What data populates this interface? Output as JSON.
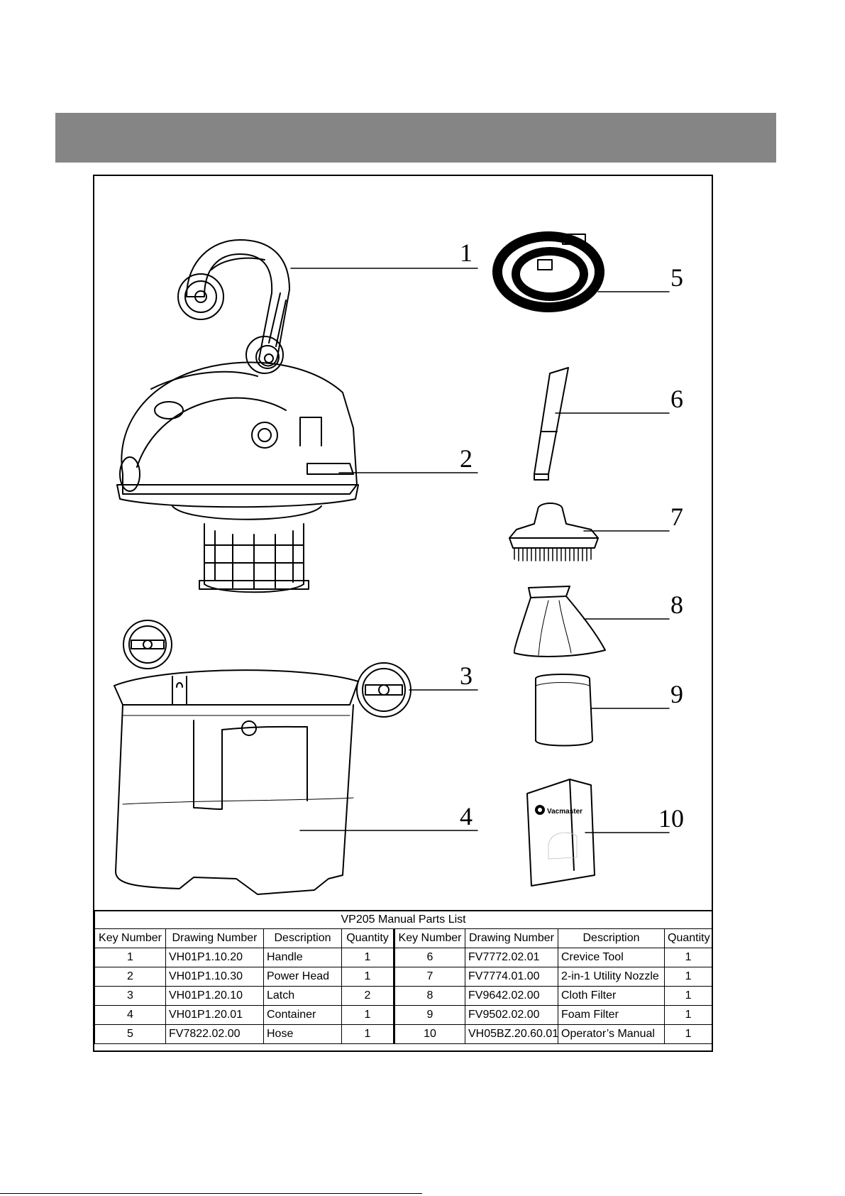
{
  "callouts": [
    "1",
    "2",
    "3",
    "4",
    "5",
    "6",
    "7",
    "8",
    "9",
    "10"
  ],
  "manual_brand": "Vacmaster",
  "table": {
    "title": "VP205 Manual Parts List",
    "headers": [
      "Key Number",
      "Drawing Number",
      "Description",
      "Quantity",
      "Key Number",
      "Drawing Number",
      "Description",
      "Quantity"
    ],
    "rows": [
      [
        "1",
        "VH01P1.10.20",
        "Handle",
        "1",
        "6",
        "FV7772.02.01",
        "Crevice Tool",
        "1"
      ],
      [
        "2",
        "VH01P1.10.30",
        "Power Head",
        "1",
        "7",
        "FV7774.01.00",
        "2-in-1 Utility Nozzle",
        "1"
      ],
      [
        "3",
        "VH01P1.20.10",
        "Latch",
        "2",
        "8",
        "FV9642.02.00",
        "Cloth Filter",
        "1"
      ],
      [
        "4",
        "VH01P1.20.01",
        "Container",
        "1",
        "9",
        "FV9502.02.00",
        "Foam Filter",
        "1"
      ],
      [
        "5",
        "FV7822.02.00",
        "Hose",
        "1",
        "10",
        "VH05BZ.20.60.01",
        "Operator’s Manual",
        "1"
      ]
    ]
  }
}
